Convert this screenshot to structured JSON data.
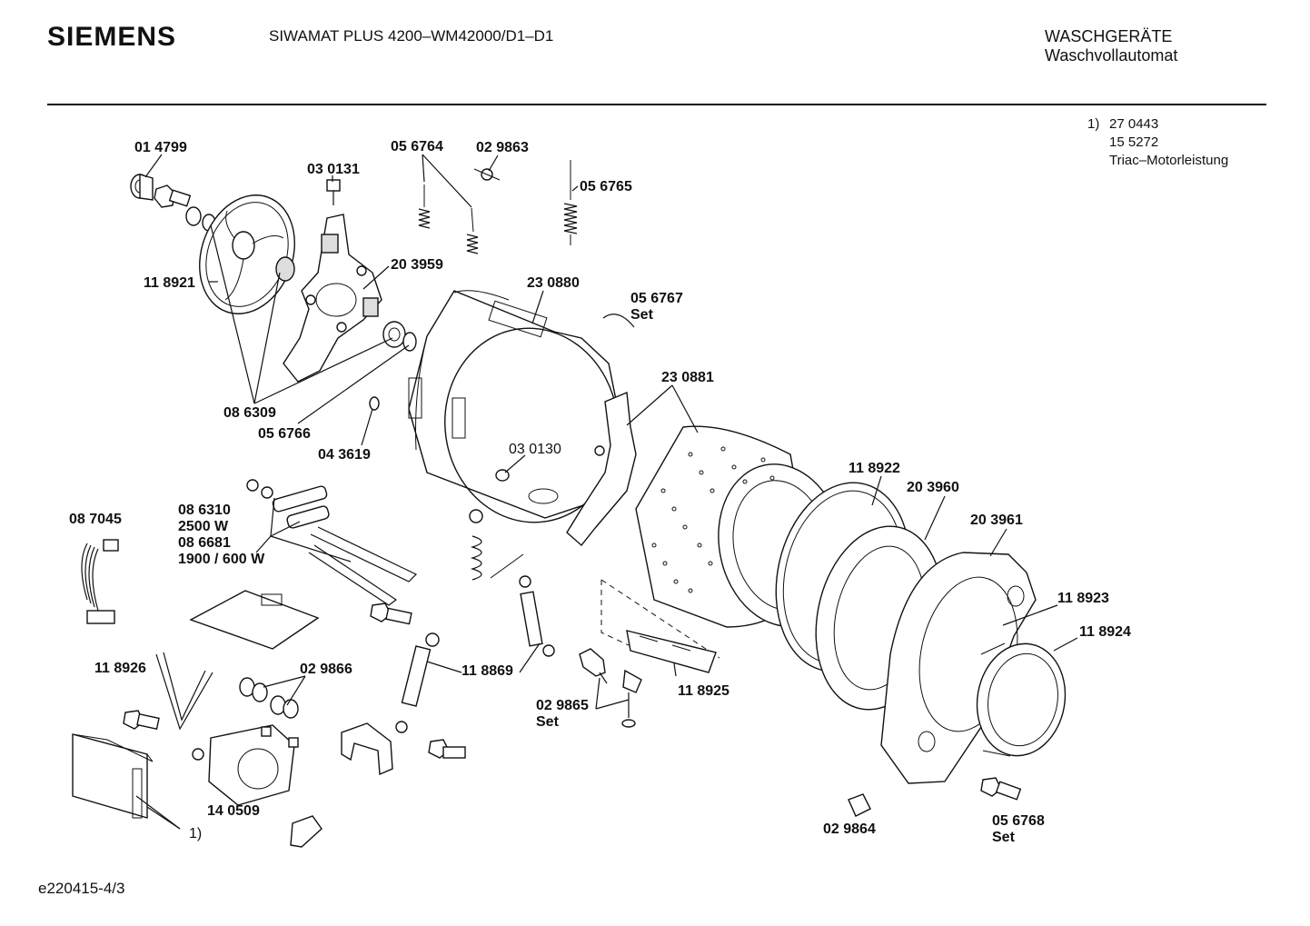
{
  "header": {
    "brand": "SIEMENS",
    "model": "SIWAMAT PLUS 4200–WM42000/D1–D1",
    "category_line1": "WASCHGERÄTE",
    "category_line2": "Waschvollautomat"
  },
  "footnote": {
    "marker": "1)",
    "lines": [
      "27 0443",
      "15 5272",
      "Triac–Motorleistung"
    ]
  },
  "doc_id": "e220415-4/3",
  "parts": {
    "p014799": "01 4799",
    "p030131": "03 0131",
    "p056764": "05 6764",
    "p029863": "02 9863",
    "p056765": "05 6765",
    "p118921": "11 8921",
    "p203959": "20 3959",
    "p230880": "23 0880",
    "p056767": "05 6767",
    "p056767_set": "Set",
    "p086309": "08 6309",
    "p056766": "05 6766",
    "p043619": "04 3619",
    "p230881": "23 0881",
    "p030130": "03 0130",
    "p118922": "11 8922",
    "p203960": "20 3960",
    "p203961": "20 3961",
    "p087045": "08 7045",
    "p086310": "08 6310",
    "p2500w": "2500 W",
    "p086681": "08 6681",
    "p1900w": "1900 / 600 W",
    "p118923": "11 8923",
    "p118924": "11 8924",
    "p118926": "11 8926",
    "p029866": "02 9866",
    "p118869": "11 8869",
    "p118925": "11 8925",
    "p029865": "02 9865",
    "p029865_set": "Set",
    "p140509": "14 0509",
    "p_ref1": "1)",
    "p029864": "02 9864",
    "p056768": "05 6768",
    "p056768_set": "Set"
  }
}
